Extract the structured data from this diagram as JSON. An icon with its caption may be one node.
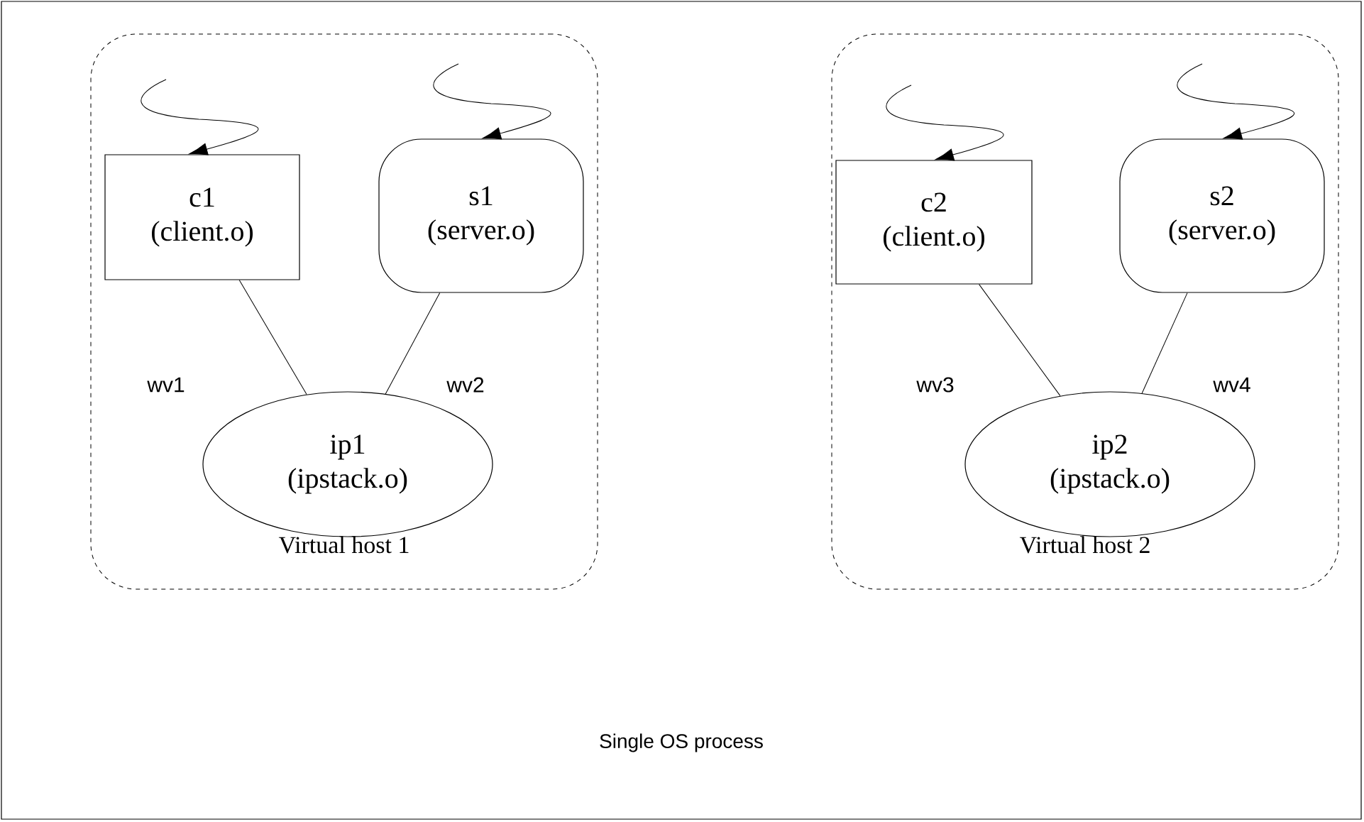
{
  "diagram": {
    "nodes": [
      {
        "text": [
          "Single OS process"
        ]
      },
      {
        "text": [
          "Virtual host 1"
        ],
        "in": 0
      },
      {
        "text": [
          "c1",
          "(client.o)"
        ],
        "in": 1
      },
      {
        "text": [
          "s1",
          "(server.o)"
        ],
        "in": 1
      },
      {
        "text": [
          "ip1",
          "(ipstack.o)"
        ],
        "in": 1
      },
      {
        "text": [
          "Virtual host 2"
        ],
        "in": 0
      },
      {
        "text": [
          "c2",
          "(client.o)"
        ],
        "in": 5
      },
      {
        "text": [
          "s2",
          "(server.o)"
        ],
        "in": 5
      },
      {
        "text": [
          "ip2",
          "(ipstack.o)"
        ],
        "in": 5
      }
    ],
    "edges": [
      {
        "from": 2,
        "to": 4,
        "arrow": "none",
        "label": "wv1"
      },
      {
        "from": 3,
        "to": 4,
        "arrow": "none",
        "label": "wv2"
      },
      {
        "from": null,
        "to": 2,
        "arrow": "to"
      },
      {
        "from": null,
        "to": 3,
        "arrow": "to"
      },
      {
        "from": 6,
        "to": 8,
        "arrow": "none",
        "label": "wv3"
      },
      {
        "from": 7,
        "to": 8,
        "arrow": "none",
        "label": "wv4"
      },
      {
        "from": null,
        "to": 6,
        "arrow": "to"
      },
      {
        "from": null,
        "to": 7,
        "arrow": "to"
      }
    ]
  }
}
